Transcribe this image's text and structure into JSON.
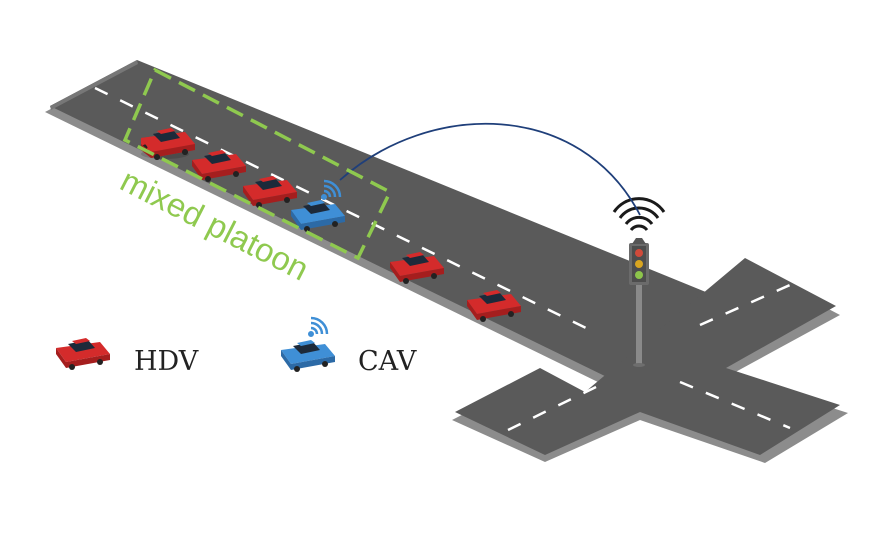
{
  "platoon": {
    "label": "mixed platoon"
  },
  "legend": {
    "hdv_label": "HDV",
    "cav_label": "CAV"
  },
  "colors": {
    "road": "#5a5a5a",
    "road_edge": "#8c8c8c",
    "lane_marking": "#ffffff",
    "hdv": "#d42b2b",
    "cav": "#3f8fd6",
    "platoon_box": "#8fc94f",
    "comm_link": "#1f3f7a",
    "signal_waves": "#1a1a1a"
  },
  "icons": [
    "car-icon",
    "wifi-icon",
    "traffic-light-icon"
  ]
}
